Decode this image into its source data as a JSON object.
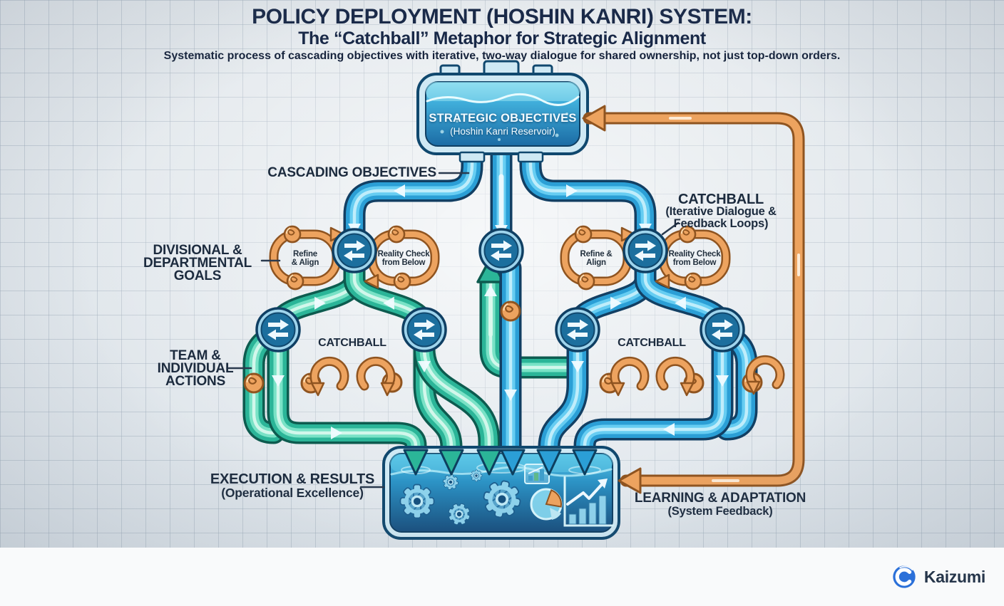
{
  "title": {
    "line1": "POLICY DEPLOYMENT (HOSHIN KANRI) SYSTEM:",
    "line2": "The “Catchball” Metaphor for Strategic Alignment",
    "subtitle": "Systematic process of cascading objectives with iterative, two-way dialogue for shared ownership, not just top-down orders."
  },
  "reservoir": {
    "title": "STRATEGIC OBJECTIVES",
    "subtitle": "(Hoshin Kanri Reservoir)"
  },
  "labels": {
    "cascading": "CASCADING OBJECTIVES",
    "catchball_right": {
      "lines": [
        "CATCHBALL",
        "(Iterative Dialogue &",
        "Feedback Loops)"
      ]
    },
    "divisional": {
      "lines": [
        "DIVISIONAL &",
        "DEPARTMENTAL",
        "GOALS"
      ]
    },
    "team": {
      "lines": [
        "TEAM &",
        "INDIVIDUAL",
        "ACTIONS"
      ]
    },
    "catchball_mid_left": "CATCHBALL",
    "catchball_mid_right": "CATCHBALL",
    "execution": {
      "lines": [
        "EXECUTION & RESULTS",
        "(Operational Excellence)"
      ]
    },
    "learning": {
      "lines": [
        "LEARNING & ADAPTATION",
        "(System Feedback)"
      ]
    }
  },
  "loops": {
    "refine_left": {
      "lines": [
        "Refine",
        "& Align"
      ]
    },
    "reality_left": {
      "lines": [
        "Reality Check",
        "from Below"
      ]
    },
    "refine_right": {
      "lines": [
        "Refine &",
        "Align"
      ]
    },
    "reality_right": {
      "lines": [
        "Reality Check",
        "from Below"
      ]
    }
  },
  "footer": {
    "brand": "Kaizumi"
  },
  "colors": {
    "pipe_blue": "#2b9fd6",
    "pipe_teal": "#2bb598",
    "feedback_orange": "#eda35f",
    "navy_outline": "#123f63",
    "label_navy": "#1c2b3e",
    "water_deep": "#174e7e",
    "background": "#e4e9ed",
    "footer_bg": "#f9fafb",
    "brand_blue": "#2b70d9"
  }
}
